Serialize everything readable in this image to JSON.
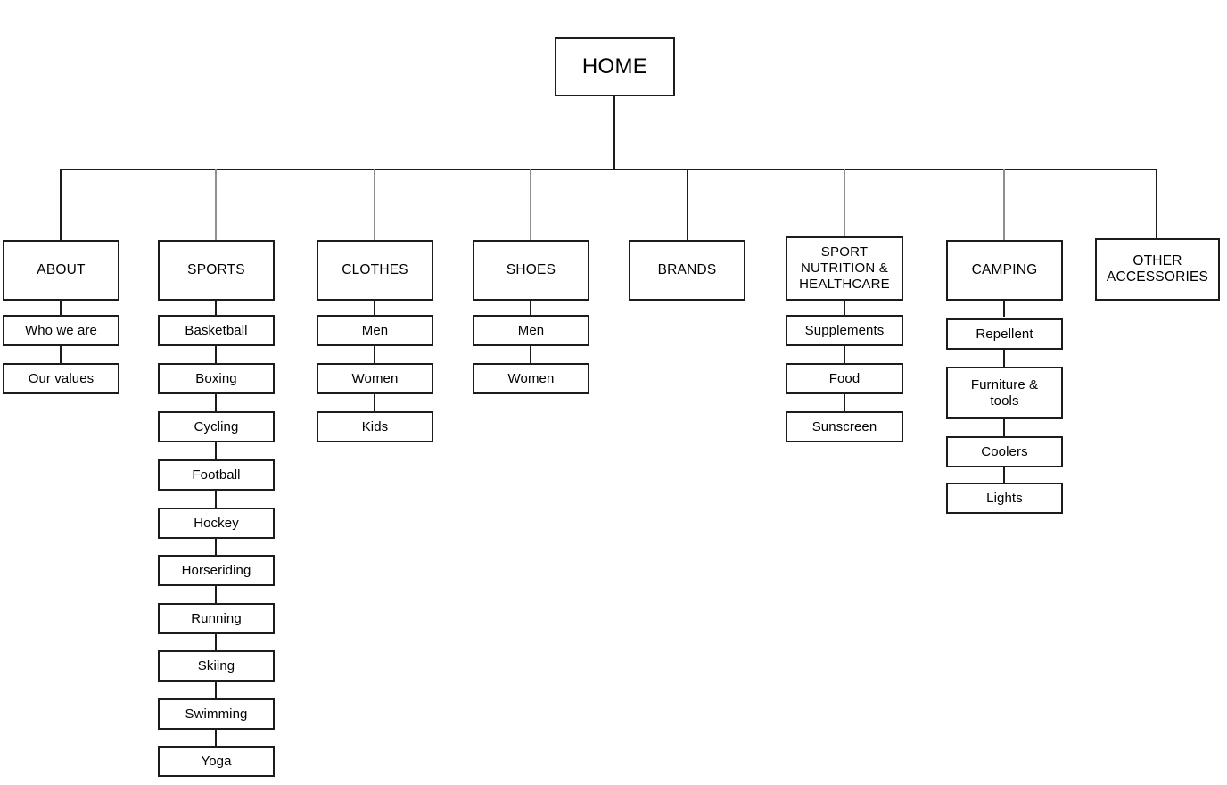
{
  "diagram": {
    "title": "HOME",
    "type": "sitemap-tree",
    "root": {
      "label": "HOME"
    },
    "colors": {
      "box_border": "#1c1c1c",
      "box_fill": "#ffffff",
      "connector": "#1c1c1c",
      "connector_light": "#8f8f8f",
      "text": "#000000"
    },
    "sections": [
      {
        "id": "about",
        "label": "ABOUT",
        "children": [
          {
            "label": "Who we are"
          },
          {
            "label": "Our values"
          }
        ]
      },
      {
        "id": "sports",
        "label": "SPORTS",
        "children": [
          {
            "label": "Basketball"
          },
          {
            "label": "Boxing"
          },
          {
            "label": "Cycling"
          },
          {
            "label": "Football"
          },
          {
            "label": "Hockey"
          },
          {
            "label": "Horseriding"
          },
          {
            "label": "Running"
          },
          {
            "label": "Skiing"
          },
          {
            "label": "Swimming"
          },
          {
            "label": "Yoga"
          }
        ]
      },
      {
        "id": "clothes",
        "label": "CLOTHES",
        "children": [
          {
            "label": "Men"
          },
          {
            "label": "Women"
          },
          {
            "label": "Kids"
          }
        ]
      },
      {
        "id": "shoes",
        "label": "SHOES",
        "children": [
          {
            "label": "Men"
          },
          {
            "label": "Women"
          }
        ]
      },
      {
        "id": "brands",
        "label": "BRANDS",
        "children": []
      },
      {
        "id": "sport-nutrition-healthcare",
        "label": "SPORT\nNUTRITION &\nHEALTHCARE",
        "children": [
          {
            "label": "Supplements"
          },
          {
            "label": "Food"
          },
          {
            "label": "Sunscreen"
          }
        ]
      },
      {
        "id": "camping",
        "label": "CAMPING",
        "children": [
          {
            "label": "Repellent"
          },
          {
            "label": "Furniture &\ntools"
          },
          {
            "label": "Coolers"
          },
          {
            "label": "Lights"
          }
        ]
      },
      {
        "id": "other-accessories",
        "label": "OTHER\nACCESSORIES",
        "children": []
      }
    ]
  }
}
